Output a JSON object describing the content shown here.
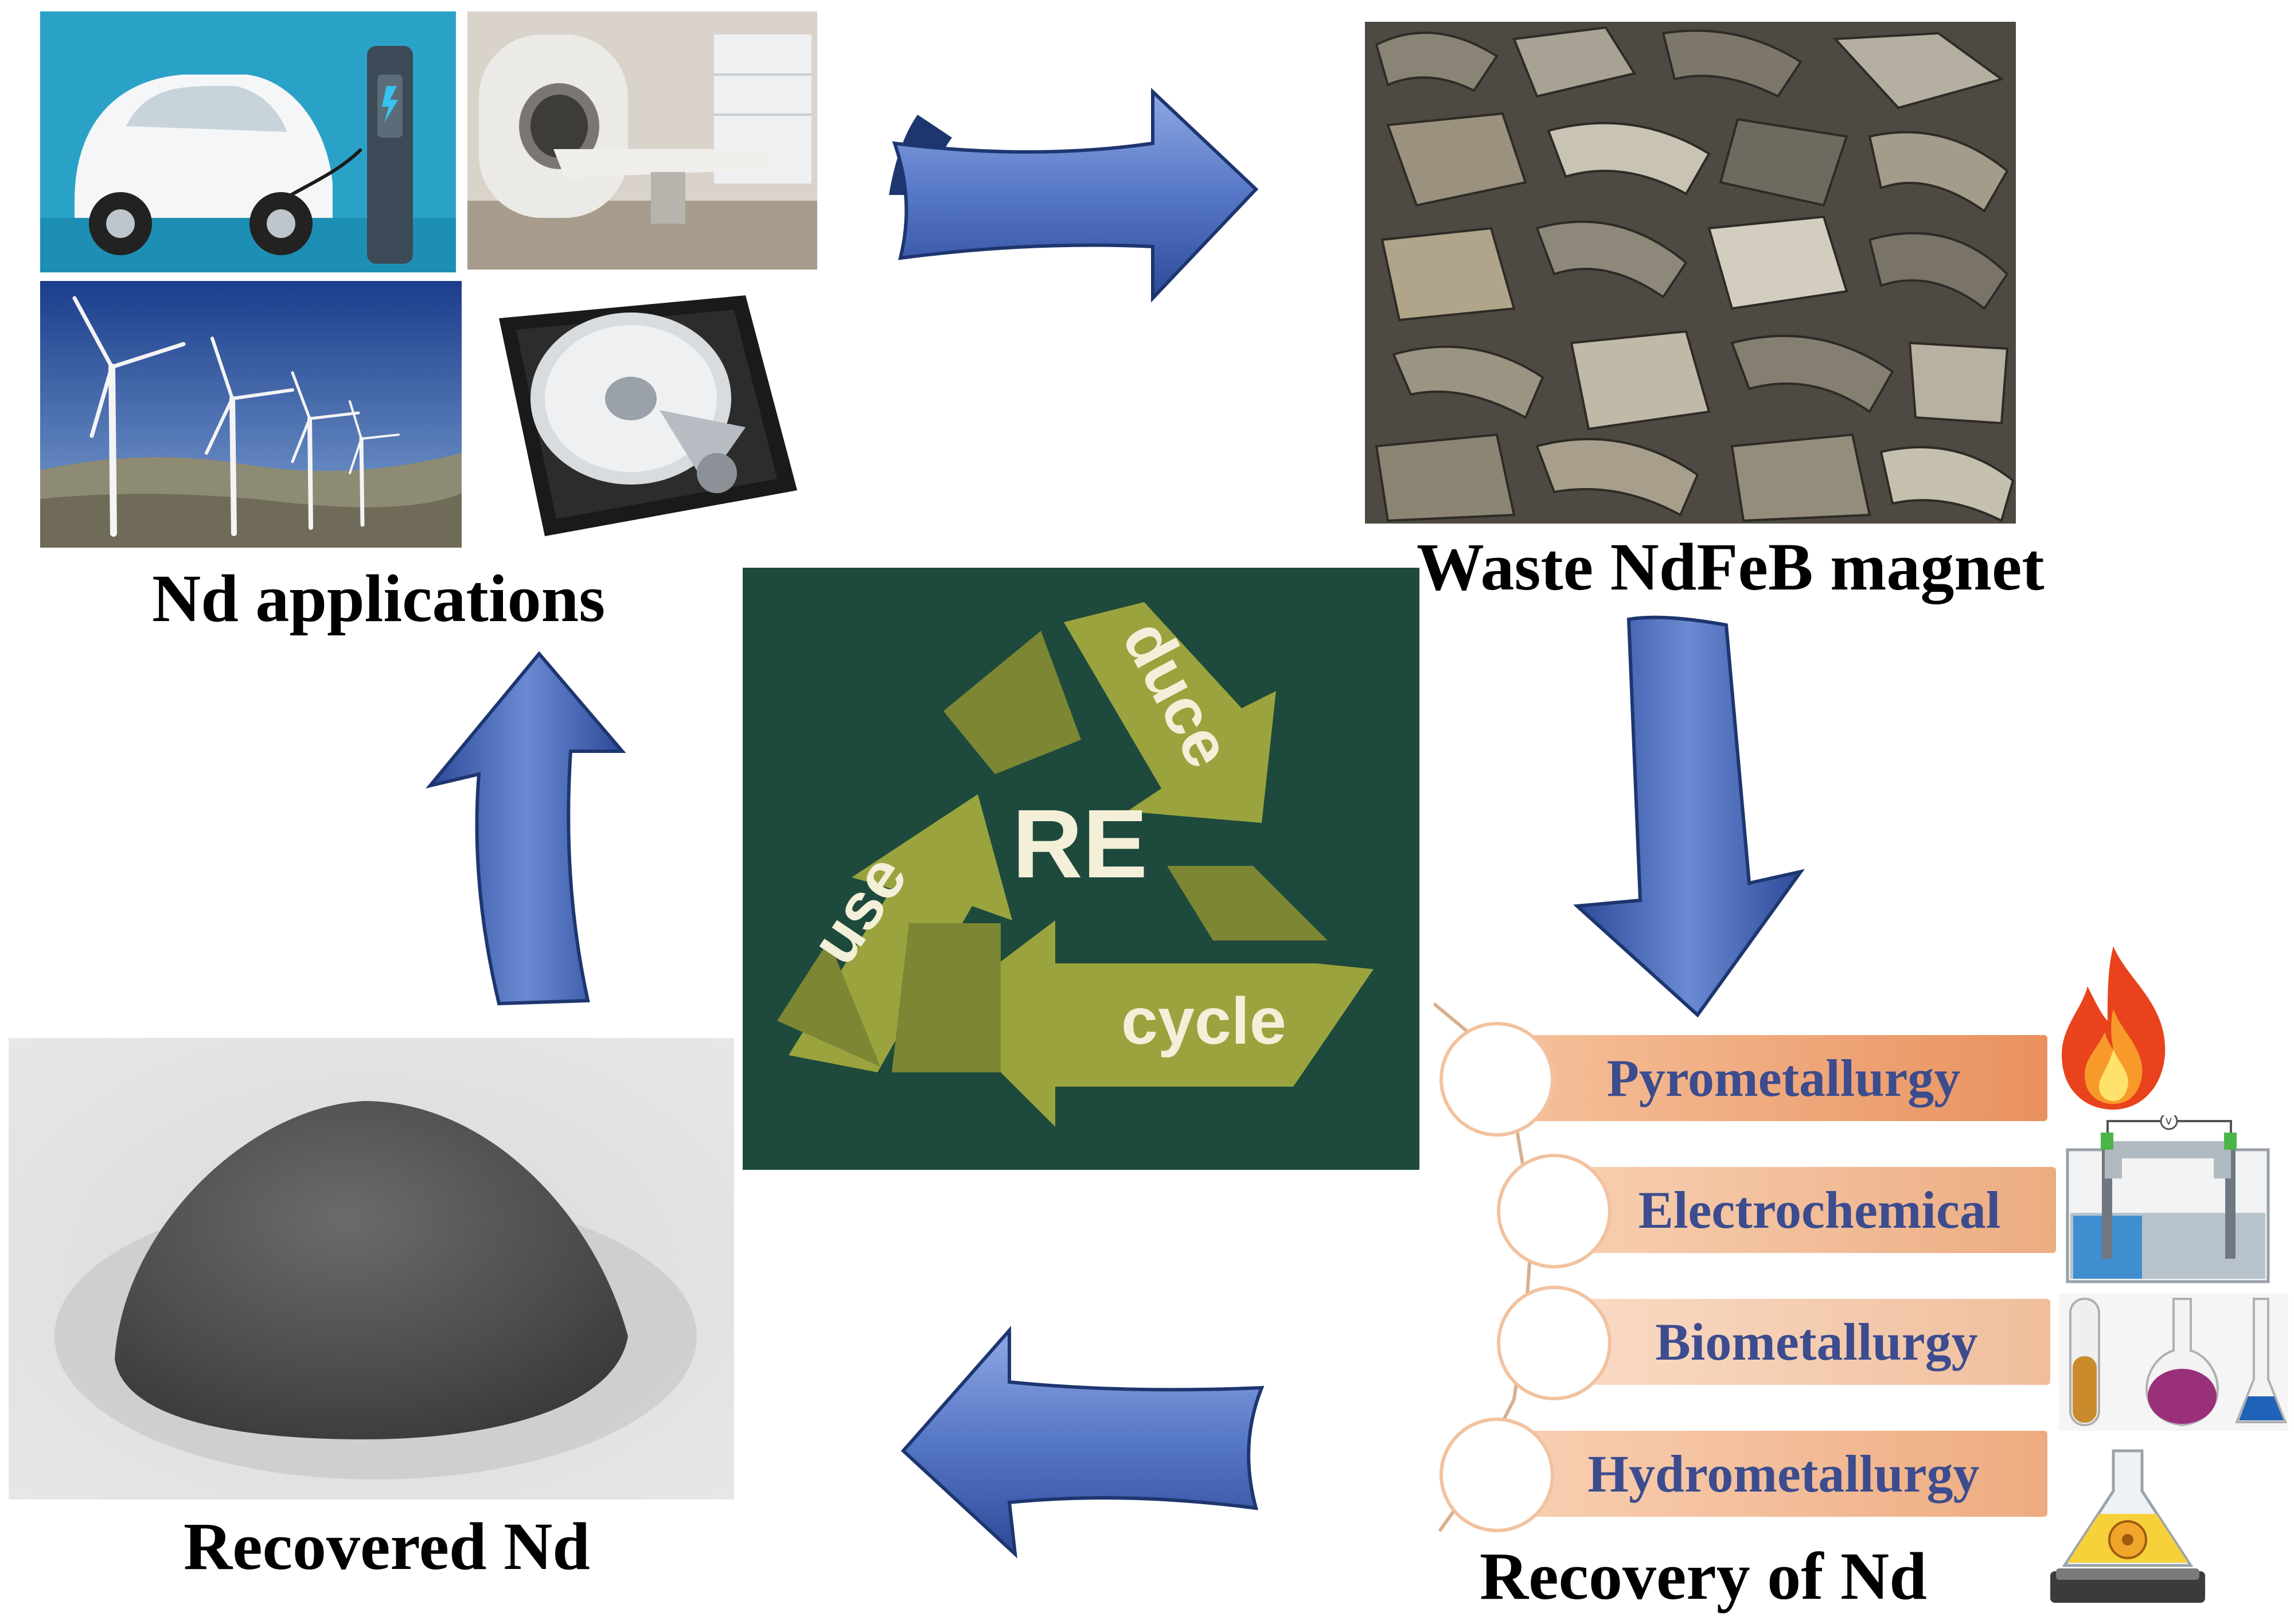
{
  "labels": {
    "nd_applications": "Nd applications",
    "waste_magnet": "Waste NdFeB magnet",
    "recovery_of_nd": "Recovery of Nd",
    "recovered_nd": "Recovered Nd"
  },
  "recycle_logo": {
    "center": "RE",
    "arrow_top": "duce",
    "arrow_left": "use",
    "arrow_bottom": "cycle"
  },
  "methods": [
    {
      "label": "Pyrometallurgy",
      "icon": "flame-icon"
    },
    {
      "label": "Electrochemical",
      "icon": "electrolysis-cell-icon"
    },
    {
      "label": "Biometallurgy",
      "icon": "lab-glassware-icon"
    },
    {
      "label": "Hydrometallurgy",
      "icon": "heated-flask-icon"
    }
  ],
  "colors": {
    "arrow_blue": "#5b7bc9",
    "logo_background": "#1d4a3c",
    "logo_arrows": "#9aa33e",
    "method_bar": "#f0a77a",
    "method_text": "#3c4c8e"
  }
}
